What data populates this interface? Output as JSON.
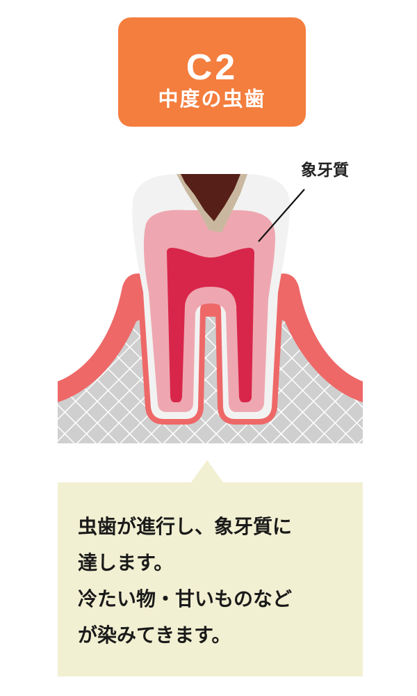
{
  "header": {
    "stage": "C2",
    "subtitle": "中度の虫歯"
  },
  "diagram": {
    "label_dentin": "象牙質",
    "colors": {
      "enamel": "#F2F2F2",
      "dentin": "#EEA7B0",
      "pulp": "#D8264B",
      "gum": "#EE6868",
      "bone": "#CFCFCF",
      "caries_dark": "#561F17",
      "caries_light": "#C9B89F"
    }
  },
  "callout": {
    "lines": [
      "虫歯が進行し、象牙質に",
      "達します。",
      "冷たい物・甘いものなど",
      "が染みてきます。"
    ]
  },
  "colors": {
    "header_bg": "#F47E3E",
    "callout_bg": "#F2F0D2"
  }
}
